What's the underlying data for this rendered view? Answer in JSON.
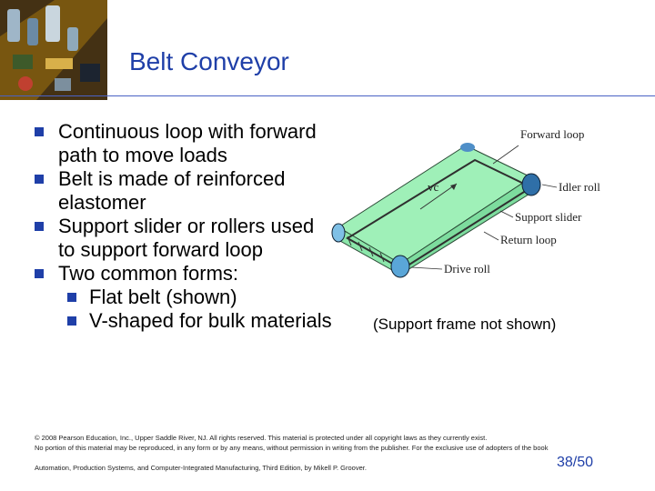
{
  "slide": {
    "title": "Belt Conveyor",
    "bullets": [
      {
        "text": "Continuous loop with forward path to move loads",
        "level": 1
      },
      {
        "text": "Belt is made of reinforced elastomer",
        "level": 1
      },
      {
        "text": "Support slider or rollers used to support forward loop",
        "level": 1
      },
      {
        "text": "Two common forms:",
        "level": 1
      },
      {
        "text": "Flat belt (shown)",
        "level": 2
      },
      {
        "text": "V-shaped for bulk materials",
        "level": 2
      }
    ],
    "diagram": {
      "labels": {
        "forward": "Forward loop",
        "idler": "Idler roll",
        "support": "Support slider",
        "return": "Return loop",
        "drive": "Drive roll",
        "velocity": "vc"
      }
    },
    "caption": "(Support frame not shown)",
    "copyright_line1": "© 2008 Pearson Education, Inc., Upper Saddle River, NJ. All rights reserved. This material is protected under all copyright laws as they currently exist.",
    "copyright_line2": "No portion of this material may be reproduced, in any form or by any means, without permission in writing from the publisher. For the exclusive use of adopters of the book",
    "citation": "Automation, Production Systems, and Computer-Integrated Manufacturing, Third Edition, by Mikell P. Groover.",
    "page_number": "38/50"
  }
}
